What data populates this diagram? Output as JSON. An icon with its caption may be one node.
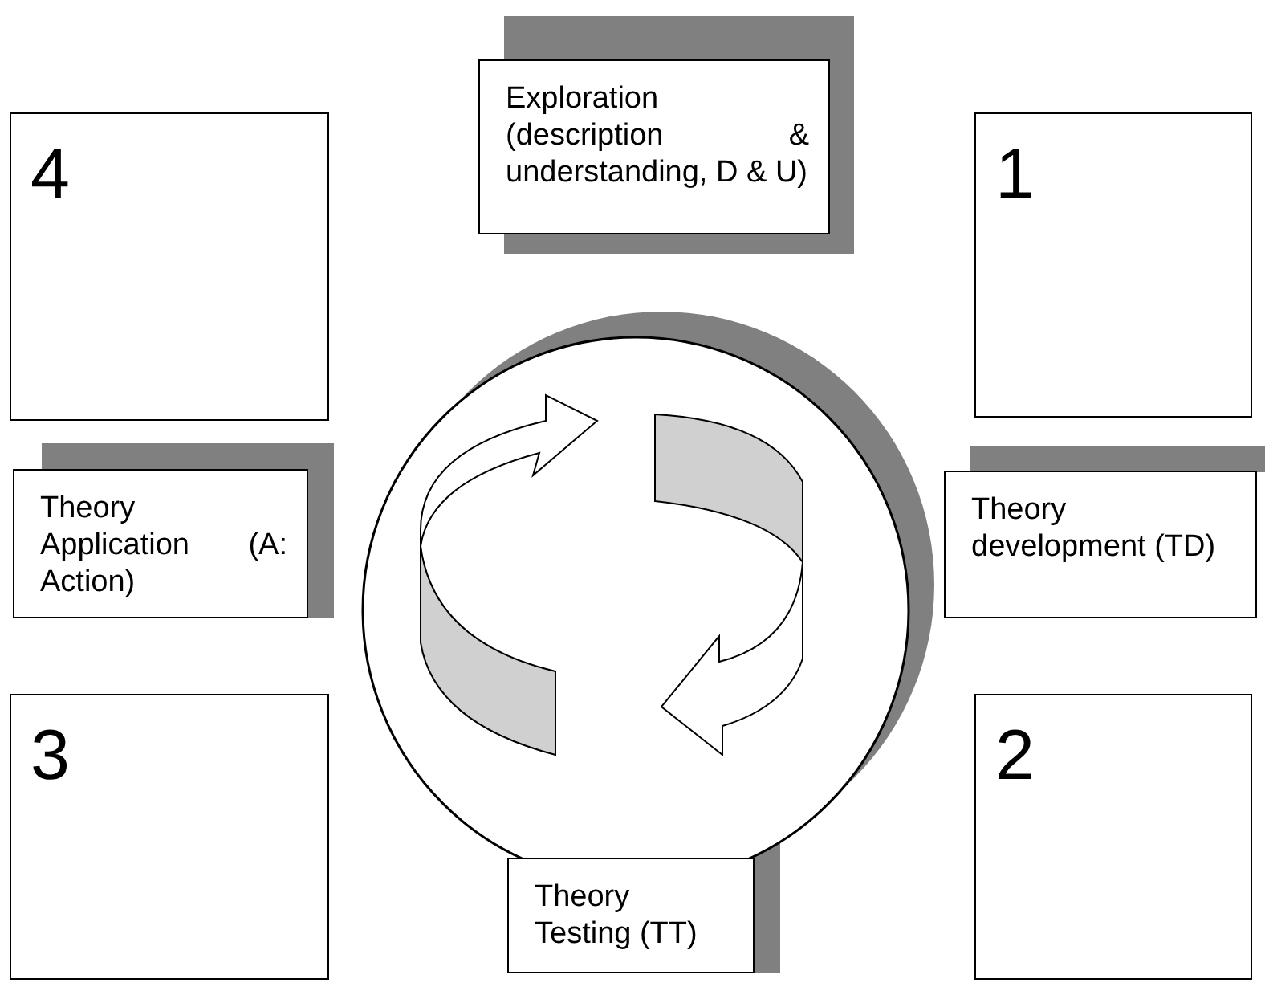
{
  "diagram": {
    "nodes": [
      {
        "text": [
          "Exploration (description & understanding, D & U)"
        ]
      },
      {
        "text": [
          "1"
        ]
      },
      {
        "text": [
          "Theory development (TD)"
        ]
      },
      {
        "text": [
          "2"
        ]
      },
      {
        "text": [
          "Theory Testing (TT)"
        ]
      },
      {
        "text": [
          "3"
        ]
      },
      {
        "text": [
          "Theory Application (A: Action)"
        ]
      },
      {
        "text": [
          "4"
        ]
      }
    ]
  }
}
